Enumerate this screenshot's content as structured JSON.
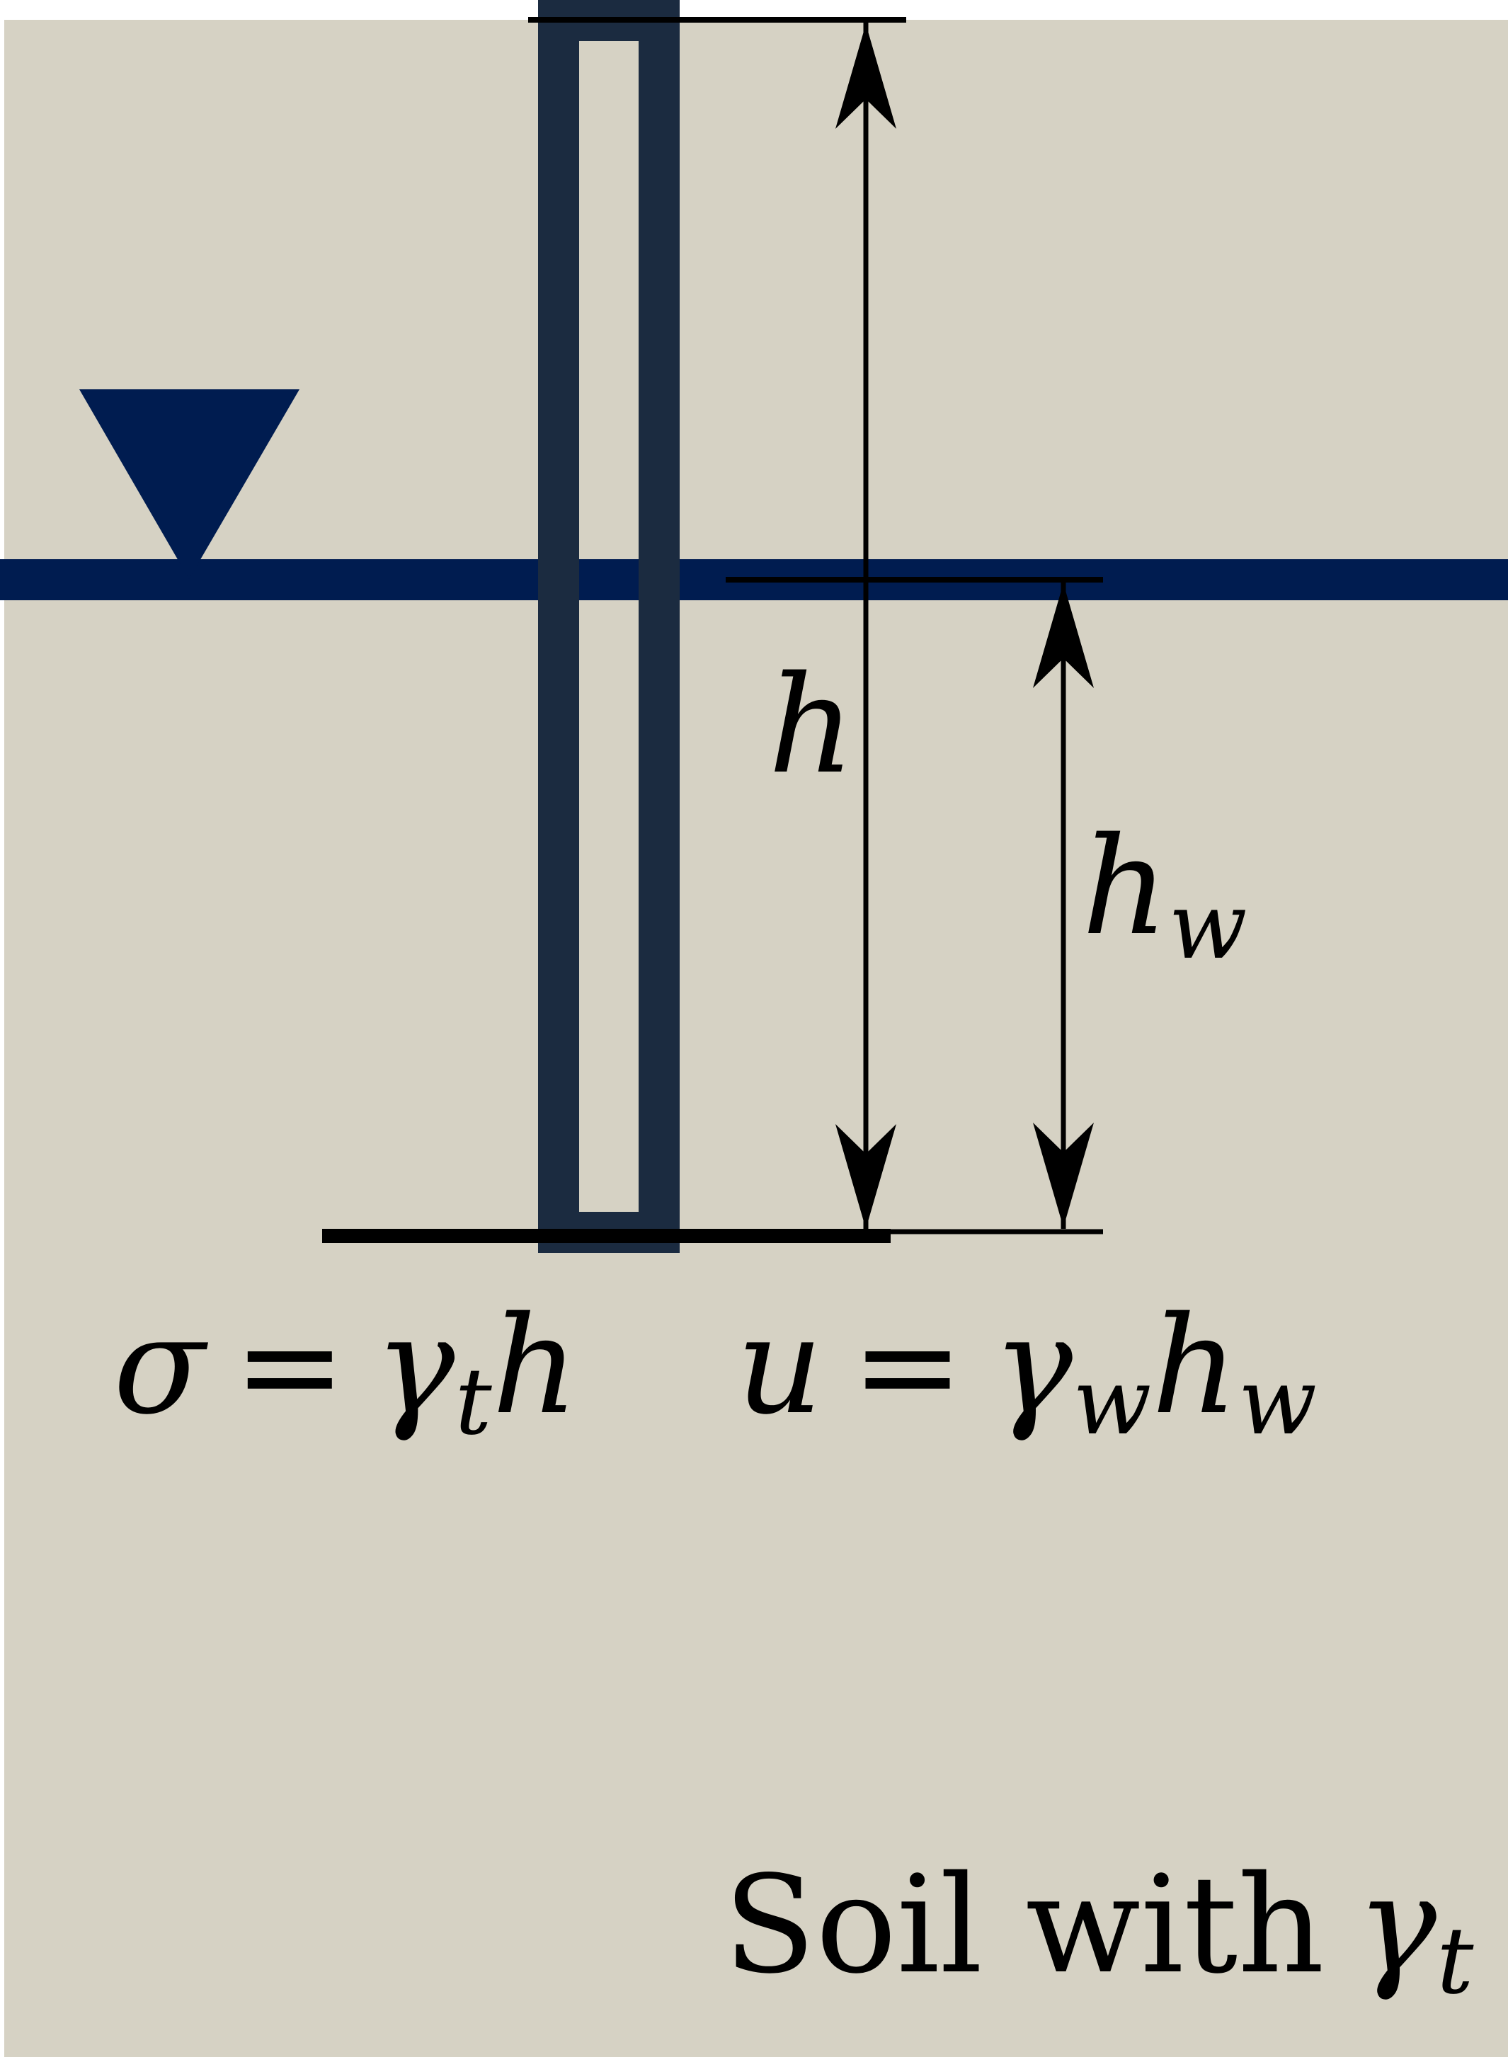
{
  "colors": {
    "soil": "#d6d2c4",
    "water_table": "#001c50",
    "standpipe": "#1b2b40",
    "dimension": "#000000",
    "background": "#ffffff"
  },
  "labels": {
    "h": "h",
    "h_w_base": "h",
    "h_w_sub": "w"
  },
  "equations": {
    "total_stress": {
      "lhs": "σ",
      "eq": "=",
      "gamma": "γ",
      "gamma_sub": "t",
      "h": "h"
    },
    "pore_pressure": {
      "lhs": "u",
      "eq": "=",
      "gamma": "γ",
      "gamma_sub": "w",
      "h": "h",
      "h_sub": "w"
    }
  },
  "soil_label": {
    "text": "Soil with",
    "gamma": "γ",
    "gamma_sub": "t"
  },
  "icons": {
    "water_table_marker": "inverted-triangle-icon"
  }
}
